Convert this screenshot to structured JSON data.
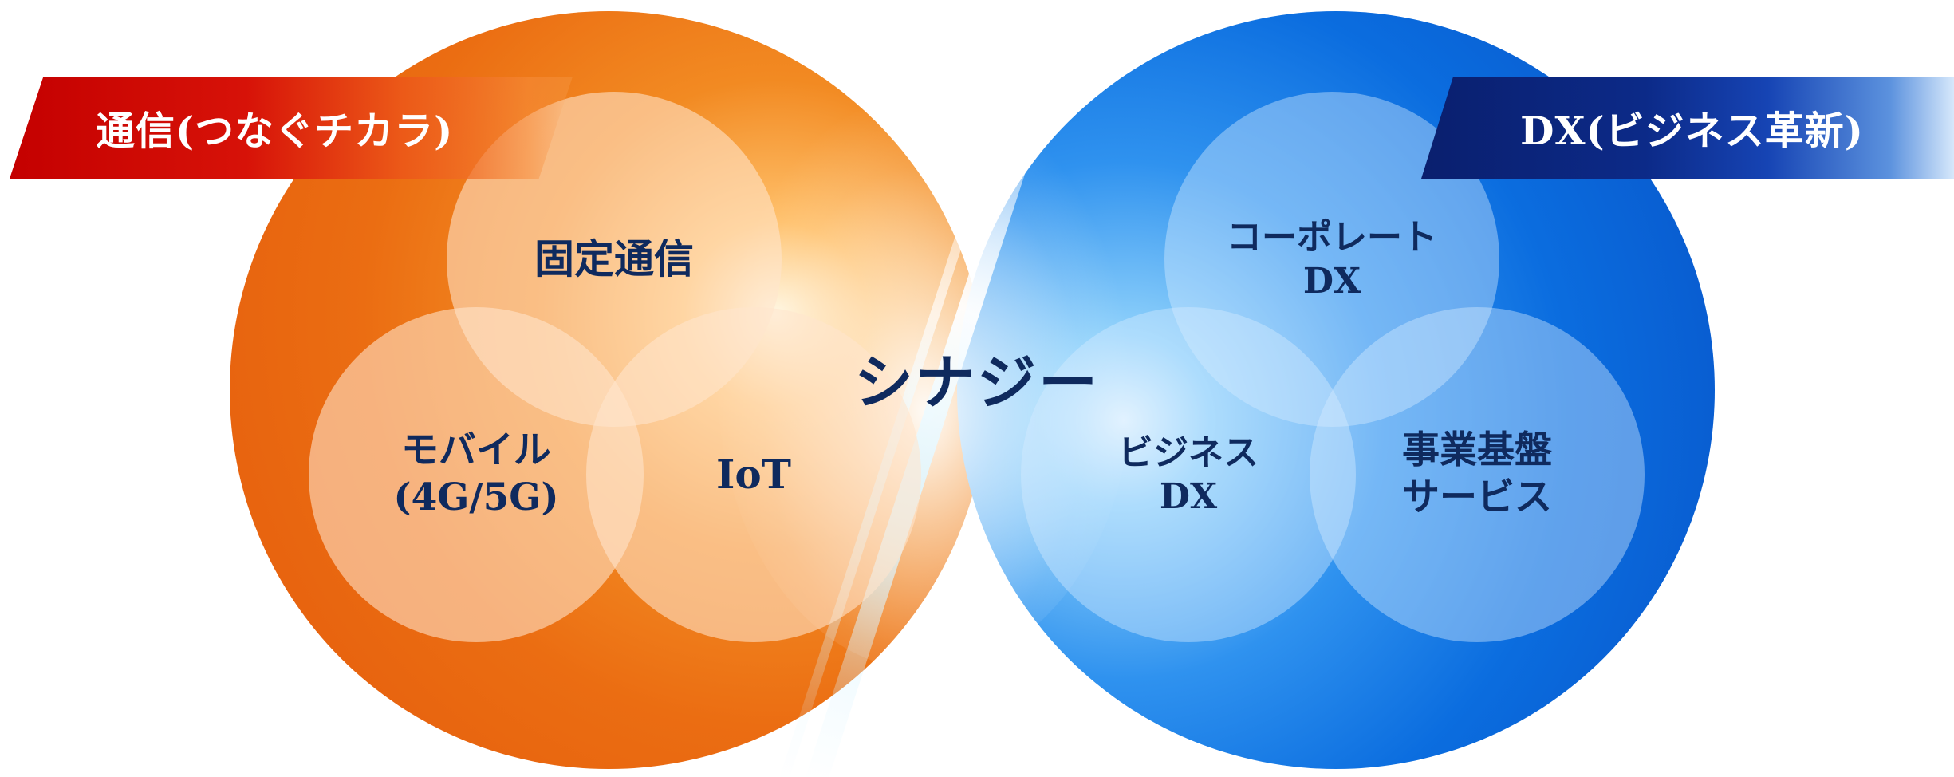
{
  "left_group": {
    "title": "通信(つなぐチカラ)",
    "items": [
      {
        "lines": [
          "固定通信"
        ]
      },
      {
        "lines": [
          "モバイル",
          "(4G/5G)"
        ]
      },
      {
        "lines": [
          "IoT"
        ]
      }
    ]
  },
  "right_group": {
    "title": "DX(ビジネス革新)",
    "items": [
      {
        "lines": [
          "コーポレート",
          "DX"
        ]
      },
      {
        "lines": [
          "ビジネス",
          "DX"
        ]
      },
      {
        "lines": [
          "事業基盤",
          "サービス"
        ]
      }
    ]
  },
  "center_label": "シナジー",
  "colors": {
    "orange": "#eb6d12",
    "blue": "#0b6ddf",
    "banner_red": "#c40000",
    "banner_navy": "#0a1f6e",
    "text_navy": "#0f2a5e"
  }
}
